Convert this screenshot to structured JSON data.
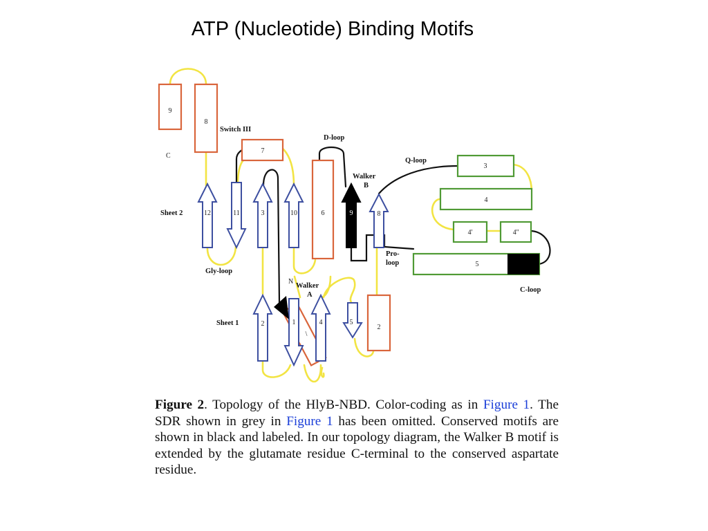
{
  "slide": {
    "title": "ATP (Nucleotide) Binding Motifs"
  },
  "colors": {
    "helix": "#d9653b",
    "strand": "#3d4fa0",
    "lid_helix": "#4f9a35",
    "loop": "#f2e443",
    "motif": "#000000"
  },
  "diagram": {
    "labels": {
      "switch_iii": "Switch III",
      "d_loop": "D-loop",
      "q_loop": "Q-loop",
      "walker_b_line1": "Walker",
      "walker_b_line2": "B",
      "sheet_2": "Sheet 2",
      "sheet_1": "Sheet 1",
      "gly_loop": "Gly-loop",
      "pro_loop_line1": "Pro-",
      "pro_loop_line2": "loop",
      "walker_a_line1": "Walker",
      "walker_a_line2": "A",
      "n_term": "N",
      "c_term": "C",
      "c_loop": "C-loop"
    },
    "helices": {
      "h9": "9",
      "h8": "8",
      "h7": "7",
      "h6": "6",
      "h2": "2",
      "g3": "3",
      "g4": "4",
      "g4a": "4'",
      "g4b": "4''",
      "g5": "5"
    },
    "strands": {
      "s12": "12",
      "s11": "11",
      "s3": "3",
      "s10": "10",
      "s9": "9",
      "s8": "8",
      "s2": "2",
      "s1": "1",
      "s4": "4",
      "s5": "5"
    },
    "small_helix_mark": "\\"
  },
  "caption": {
    "figure_label": "Figure 2",
    "part1": ". Topology of the HlyB-NBD. Color-coding as in ",
    "link1": "Figure 1",
    "part2": ". The SDR shown in grey in ",
    "link2": "Figure 1",
    "part3": " has been omitted. Conserved motifs are shown in black and labeled. In our topology diagram, the Walker B motif is extended by the glutamate residue C-terminal to the conserved aspartate residue."
  }
}
